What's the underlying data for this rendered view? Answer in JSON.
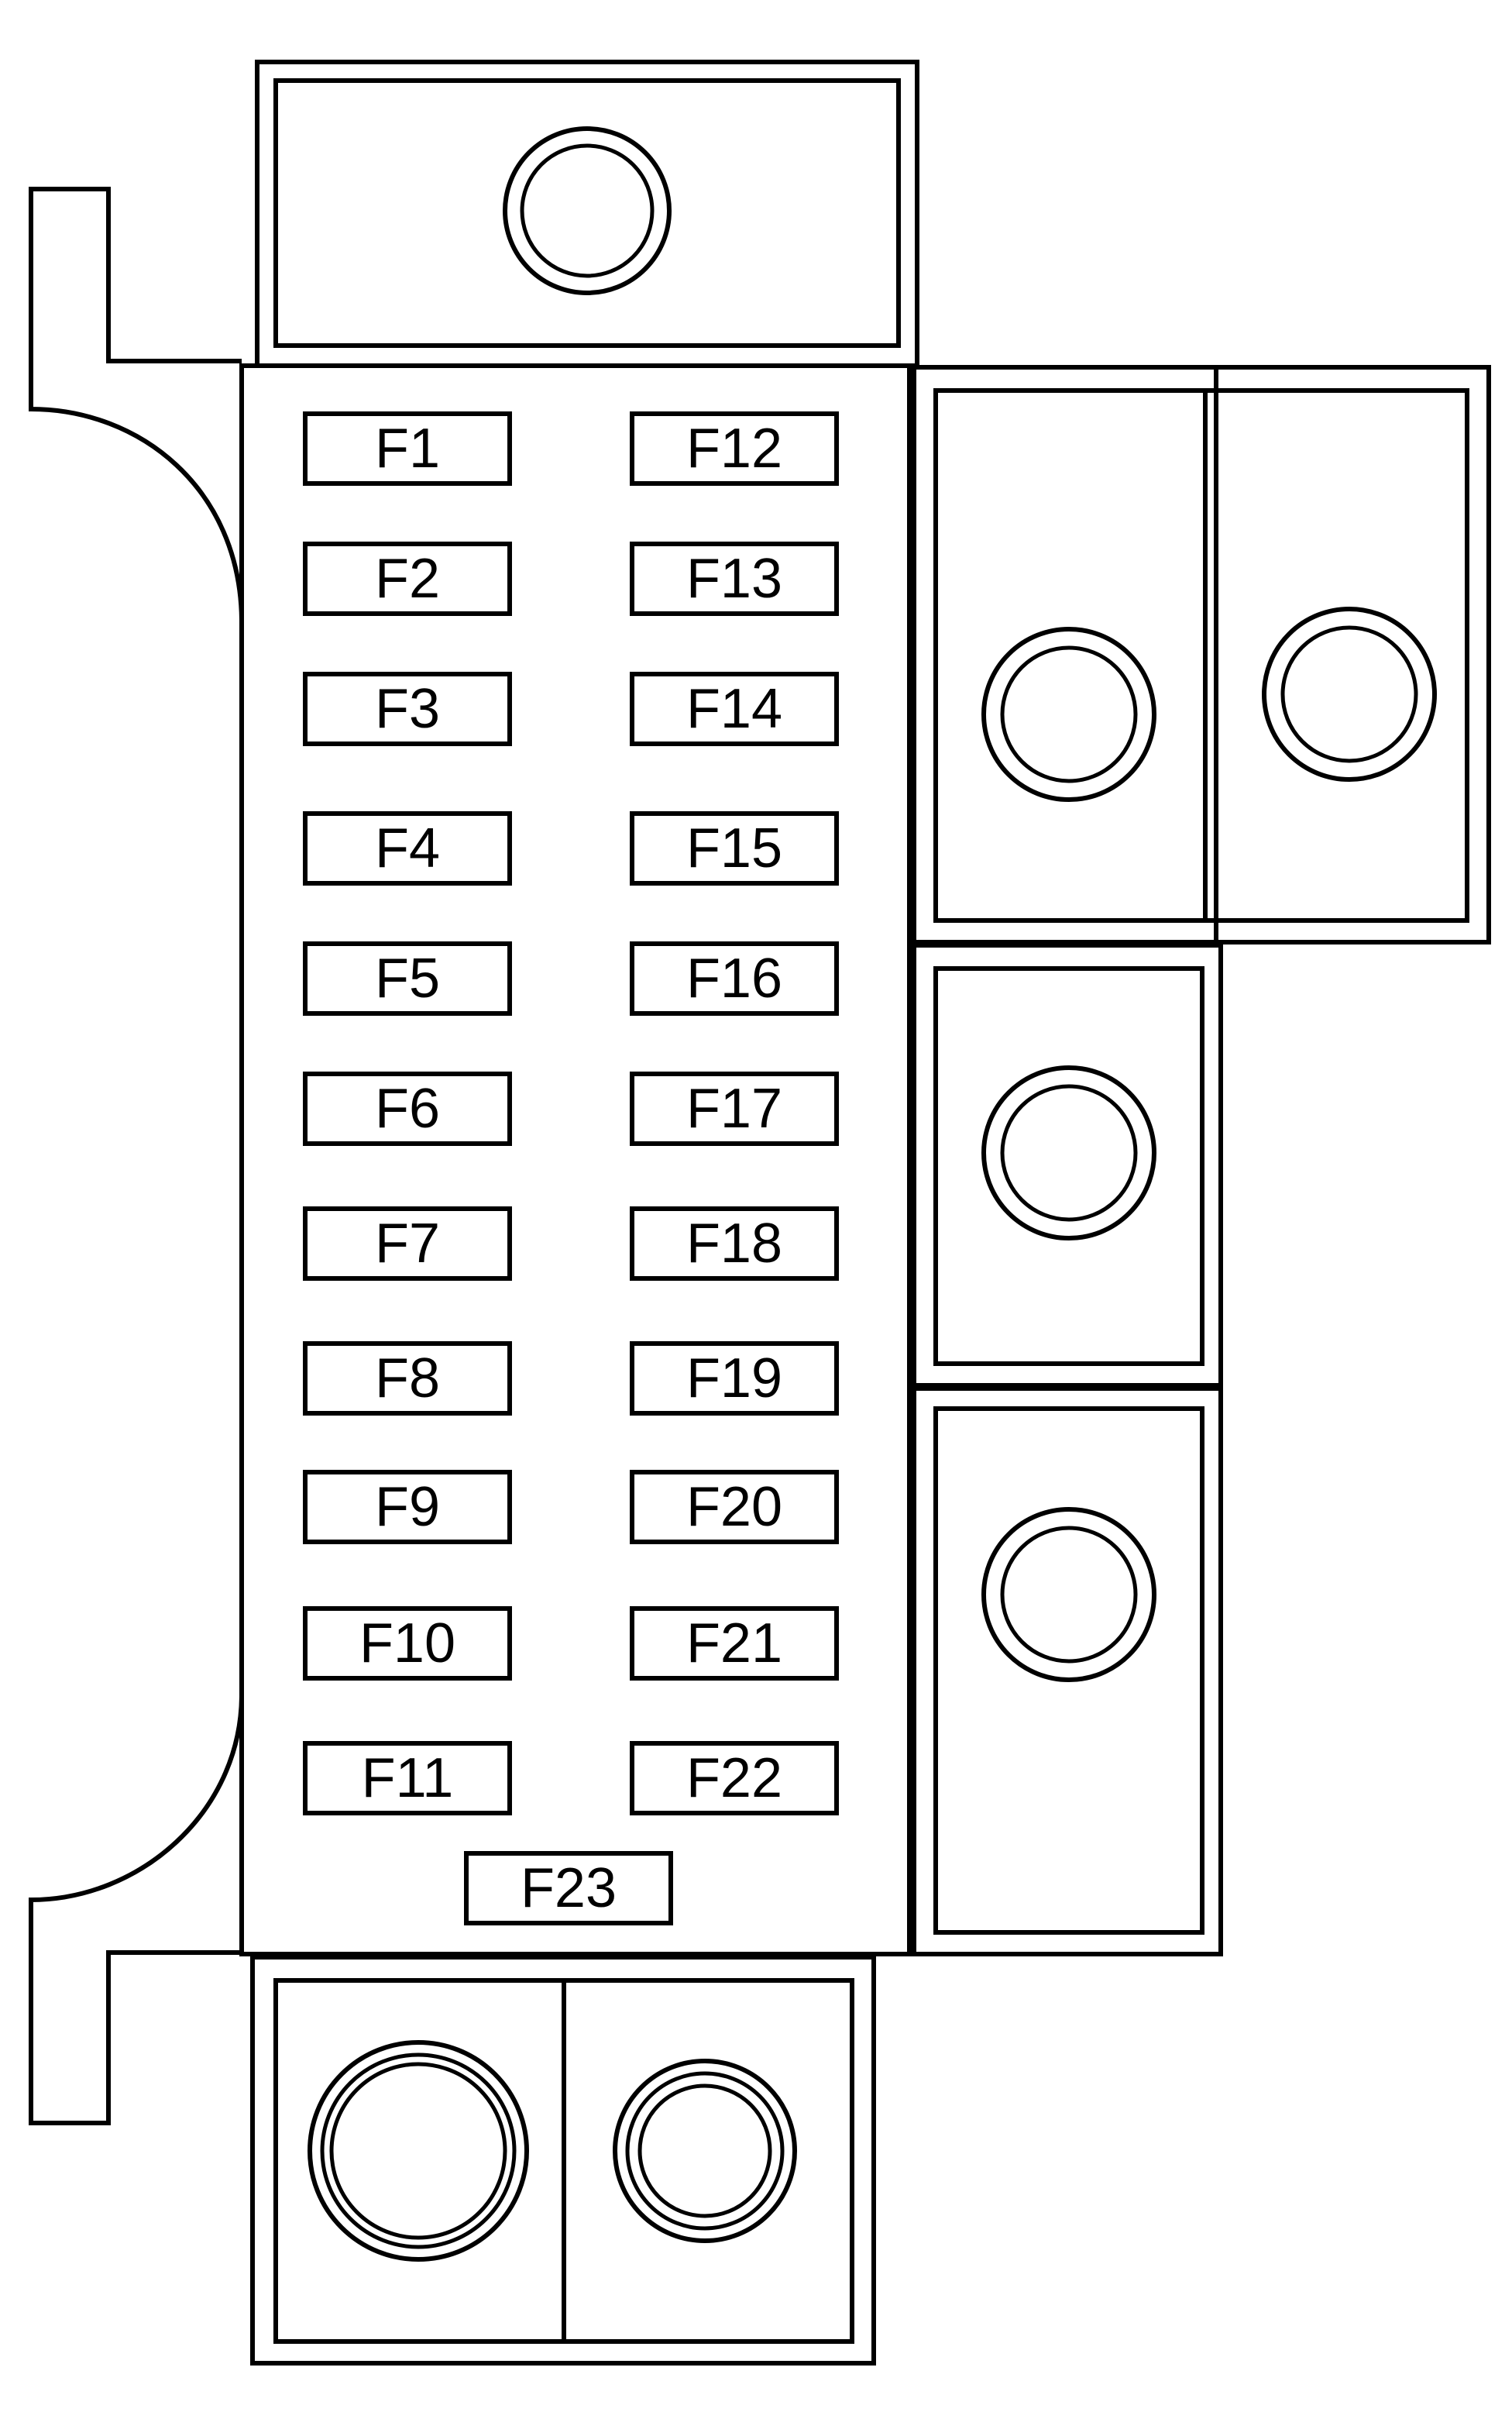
{
  "fuses": [
    {
      "label": "F1"
    },
    {
      "label": "F2"
    },
    {
      "label": "F3"
    },
    {
      "label": "F4"
    },
    {
      "label": "F5"
    },
    {
      "label": "F6"
    },
    {
      "label": "F7"
    },
    {
      "label": "F8"
    },
    {
      "label": "F9"
    },
    {
      "label": "F10"
    },
    {
      "label": "F11"
    },
    {
      "label": "F12"
    },
    {
      "label": "F13"
    },
    {
      "label": "F14"
    },
    {
      "label": "F15"
    },
    {
      "label": "F16"
    },
    {
      "label": "F17"
    },
    {
      "label": "F18"
    },
    {
      "label": "F19"
    },
    {
      "label": "F20"
    },
    {
      "label": "F21"
    },
    {
      "label": "F22"
    },
    {
      "label": "F23"
    }
  ],
  "colors": {
    "line": "#000000",
    "background": "#ffffff"
  }
}
